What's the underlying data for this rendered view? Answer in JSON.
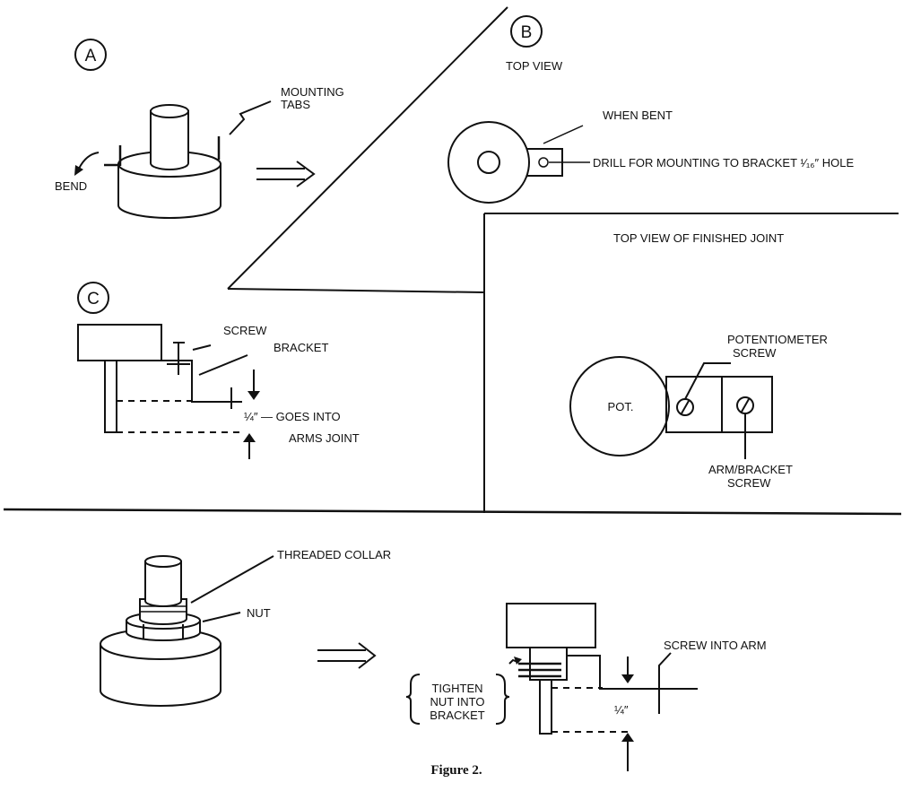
{
  "panel_a": {
    "marker": "A",
    "mounting_tabs_1": "MOUNTING",
    "mounting_tabs_2": "TABS",
    "bend": "BEND"
  },
  "panel_b": {
    "marker": "B",
    "top_view": "TOP VIEW",
    "when_bent": "WHEN BENT",
    "drill_note": "DRILL FOR MOUNTING TO BRACKET ¹⁄₁₆″ HOLE"
  },
  "panel_c": {
    "marker": "C",
    "screw": "SCREW",
    "bracket": "BRACKET",
    "quarter_goes_into": "¼″ — GOES INTO",
    "arms_joint": "ARMS JOINT"
  },
  "finished_joint": {
    "title": "TOP VIEW OF FINISHED JOINT",
    "pot": "POT.",
    "pot_screw_1": "POTENTIOMETER",
    "pot_screw_2": "SCREW",
    "arm_screw_1": "ARM/BRACKET",
    "arm_screw_2": "SCREW"
  },
  "bottom": {
    "threaded_collar": "THREADED COLLAR",
    "nut": "NUT",
    "screw_into_arm": "SCREW INTO ARM",
    "tighten_1": "TIGHTEN",
    "tighten_2": "NUT INTO",
    "tighten_3": "BRACKET",
    "quarter": "¼″"
  },
  "caption": "Figure 2."
}
